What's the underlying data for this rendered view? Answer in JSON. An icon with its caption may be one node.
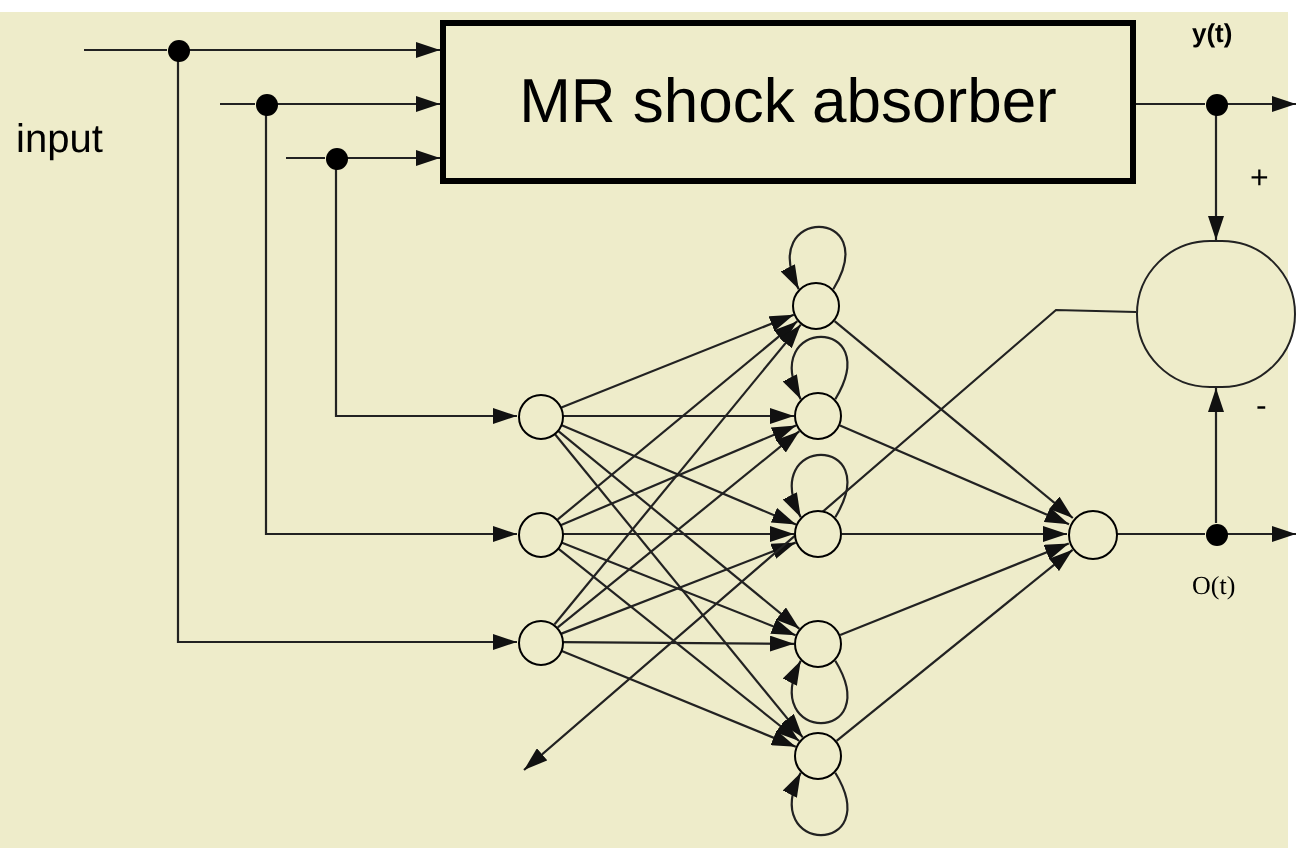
{
  "diagram": {
    "nodes": [
      {
        "text": [
          "MR shock absorber"
        ]
      },
      {
        "text": [],
        "shape": "circle"
      },
      {
        "text": [],
        "shape": "circle"
      },
      {
        "text": [],
        "shape": "circle"
      },
      {
        "text": [],
        "shape": "circle"
      },
      {
        "text": [],
        "shape": "circle"
      },
      {
        "text": [],
        "shape": "circle"
      },
      {
        "text": [],
        "shape": "circle"
      },
      {
        "text": [],
        "shape": "circle"
      },
      {
        "text": [],
        "shape": "circle"
      },
      {
        "text": [],
        "shape": "circle"
      },
      {
        "text": [],
        "shape": "circle"
      },
      {
        "text": [],
        "shape": "circle"
      },
      {
        "text": [],
        "shape": "circle"
      },
      {
        "text": [],
        "shape": "circle"
      },
      {
        "text": [],
        "shape": "circle"
      }
    ],
    "edges": [
      {
        "from": null,
        "to": 1,
        "arrow": "none"
      },
      {
        "from": 1,
        "to": 0,
        "arrow": "to"
      },
      {
        "from": null,
        "to": 2,
        "arrow": "none"
      },
      {
        "from": 2,
        "to": 0,
        "arrow": "to"
      },
      {
        "from": null,
        "to": 3,
        "arrow": "none"
      },
      {
        "from": 3,
        "to": 0,
        "arrow": "to"
      },
      {
        "from": 1,
        "to": 8,
        "arrow": "to"
      },
      {
        "from": 2,
        "to": 7,
        "arrow": "to"
      },
      {
        "from": 3,
        "to": 6,
        "arrow": "to"
      },
      {
        "from": 6,
        "to": 9,
        "arrow": "to"
      },
      {
        "from": 6,
        "to": 10,
        "arrow": "to"
      },
      {
        "from": 6,
        "to": 11,
        "arrow": "to"
      },
      {
        "from": 6,
        "to": 12,
        "arrow": "to"
      },
      {
        "from": 6,
        "to": 13,
        "arrow": "to"
      },
      {
        "from": 7,
        "to": 9,
        "arrow": "to"
      },
      {
        "from": 7,
        "to": 10,
        "arrow": "to"
      },
      {
        "from": 7,
        "to": 11,
        "arrow": "to"
      },
      {
        "from": 7,
        "to": 12,
        "arrow": "to"
      },
      {
        "from": 7,
        "to": 13,
        "arrow": "to"
      },
      {
        "from": 8,
        "to": 9,
        "arrow": "to"
      },
      {
        "from": 8,
        "to": 10,
        "arrow": "to"
      },
      {
        "from": 8,
        "to": 11,
        "arrow": "to"
      },
      {
        "from": 8,
        "to": 12,
        "arrow": "to"
      },
      {
        "from": 8,
        "to": 13,
        "arrow": "to"
      },
      {
        "from": 9,
        "to": 14,
        "arrow": "to"
      },
      {
        "from": 10,
        "to": 14,
        "arrow": "to"
      },
      {
        "from": 11,
        "to": 14,
        "arrow": "to"
      },
      {
        "from": 12,
        "to": 14,
        "arrow": "to"
      },
      {
        "from": 13,
        "to": 14,
        "arrow": "to"
      },
      {
        "from": 9,
        "to": 9,
        "arrow": "to"
      },
      {
        "from": 10,
        "to": 10,
        "arrow": "to"
      },
      {
        "from": 11,
        "to": 11,
        "arrow": "to"
      },
      {
        "from": 12,
        "to": 12,
        "arrow": "to"
      },
      {
        "from": 13,
        "to": 13,
        "arrow": "to"
      },
      {
        "from": 0,
        "to": 4,
        "arrow": "none"
      },
      {
        "from": 4,
        "to": null,
        "arrow": "to"
      },
      {
        "from": 4,
        "to": 15,
        "arrow": "to"
      },
      {
        "from": 14,
        "to": 5,
        "arrow": "none"
      },
      {
        "from": 5,
        "to": null,
        "arrow": "to"
      },
      {
        "from": 5,
        "to": 15,
        "arrow": "to"
      },
      {
        "from": 15,
        "to": null,
        "arrow": "to"
      }
    ],
    "labels": [
      "y(t)",
      "input",
      "+",
      "-",
      "O(t)"
    ]
  }
}
